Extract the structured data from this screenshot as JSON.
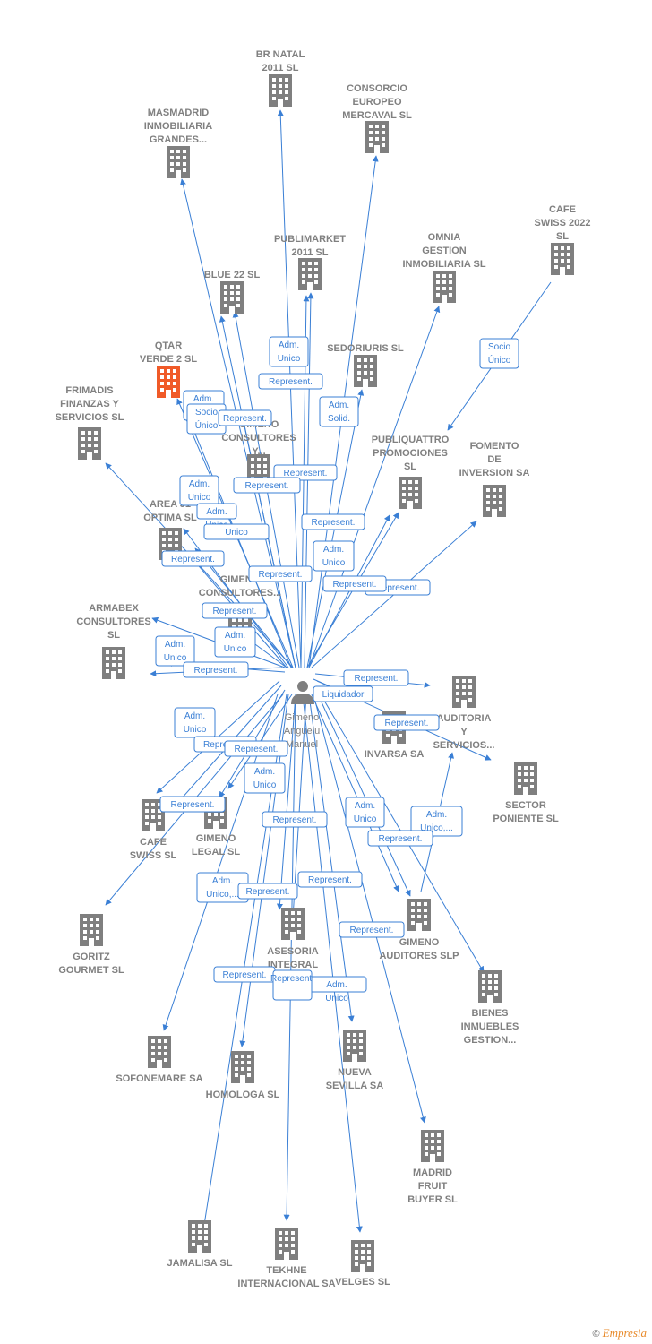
{
  "colors": {
    "edge": "#3a7fd5",
    "building": "#7f7f7f",
    "highlight": "#f05a28",
    "text": "#808080"
  },
  "person": {
    "name_lines": [
      "Gimeno",
      "Anguelu",
      "Manuel"
    ],
    "icon": "person-icon"
  },
  "companies": [
    {
      "id": "brnatal",
      "lines": [
        "BR NATAL",
        "2011 SL"
      ]
    },
    {
      "id": "consorcio",
      "lines": [
        "CONSORCIO",
        "EUROPEO",
        "MERCAVAL  SL"
      ]
    },
    {
      "id": "masmadrid",
      "lines": [
        "MASMADRID",
        "INMOBILIARIA",
        "GRANDES..."
      ]
    },
    {
      "id": "cafeswiss2022",
      "lines": [
        "CAFE",
        "SWISS 2022",
        "SL"
      ]
    },
    {
      "id": "publimarket",
      "lines": [
        "PUBLIMARKET",
        "2011  SL"
      ]
    },
    {
      "id": "omnia",
      "lines": [
        "OMNIA",
        "GESTION",
        "INMOBILIARIA SL"
      ]
    },
    {
      "id": "blue22",
      "lines": [
        "BLUE 22  SL"
      ]
    },
    {
      "id": "qtar",
      "lines": [
        "QTAR",
        "VERDE 2  SL"
      ],
      "highlight": true
    },
    {
      "id": "sedoriuris",
      "lines": [
        "SEDORIURIS SL"
      ]
    },
    {
      "id": "frimadis",
      "lines": [
        "FRIMADIS",
        "FINANZAS Y",
        "SERVICIOS SL"
      ]
    },
    {
      "id": "gimenoconsy",
      "lines": [
        "GIMENO",
        "CONSULTORES",
        "Y..."
      ]
    },
    {
      "id": "publiquattro",
      "lines": [
        "PUBLIQUATTRO",
        "PROMOCIONES",
        "SL"
      ]
    },
    {
      "id": "fomento",
      "lines": [
        "FOMENTO",
        "DE",
        "INVERSION SA"
      ]
    },
    {
      "id": "area51",
      "lines": [
        "AREA 51",
        "OPTIMA  SL"
      ]
    },
    {
      "id": "gimenocons",
      "lines": [
        "GIMENO",
        "CONSULTORES..."
      ]
    },
    {
      "id": "armabex",
      "lines": [
        "ARMABEX",
        "CONSULTORES",
        "SL"
      ]
    },
    {
      "id": "auditoria",
      "lines": [
        "AUDITORIA",
        "Y",
        "SERVICIOS..."
      ]
    },
    {
      "id": "invarsa",
      "lines": [
        "INVARSA SA"
      ]
    },
    {
      "id": "sector",
      "lines": [
        "SECTOR",
        "PONIENTE SL"
      ]
    },
    {
      "id": "cafeswiss",
      "lines": [
        "CAFE",
        "SWISS  SL"
      ]
    },
    {
      "id": "gimenolegal",
      "lines": [
        "GIMENO",
        "LEGAL  SL"
      ]
    },
    {
      "id": "goritz",
      "lines": [
        "GORITZ",
        "GOURMET  SL"
      ]
    },
    {
      "id": "asesoria",
      "lines": [
        "ASESORIA",
        "INTEGRAL",
        "..."
      ]
    },
    {
      "id": "gimenoaud",
      "lines": [
        "GIMENO",
        "AUDITORES SLP"
      ]
    },
    {
      "id": "bienes",
      "lines": [
        "BIENES",
        "INMUEBLES",
        "GESTION..."
      ]
    },
    {
      "id": "sofonemare",
      "lines": [
        "SOFONEMARE SA"
      ]
    },
    {
      "id": "homologa",
      "lines": [
        "HOMOLOGA SL"
      ]
    },
    {
      "id": "nuevasevilla",
      "lines": [
        "NUEVA",
        "SEVILLA SA"
      ]
    },
    {
      "id": "madridfruit",
      "lines": [
        "MADRID",
        "FRUIT",
        "BUYER SL"
      ]
    },
    {
      "id": "jamalisa",
      "lines": [
        "JAMALISA SL"
      ]
    },
    {
      "id": "tekhne",
      "lines": [
        "TEKHNE",
        "INTERNACIONAL SA"
      ]
    },
    {
      "id": "velges",
      "lines": [
        "VELGES SL"
      ]
    }
  ],
  "relations": [
    {
      "lines": [
        "Adm.",
        "Unico"
      ]
    },
    {
      "lines": [
        "Represent."
      ]
    },
    {
      "lines": [
        "Adm.",
        "Solid."
      ]
    },
    {
      "lines": [
        "Socio",
        "Único"
      ]
    },
    {
      "lines": [
        "Adm.",
        ""
      ]
    },
    {
      "lines": [
        "Socio",
        "Único"
      ]
    },
    {
      "lines": [
        "Represent."
      ]
    },
    {
      "lines": [
        "Represent."
      ]
    },
    {
      "lines": [
        "Adm.",
        "Unico"
      ]
    },
    {
      "lines": [
        "Represent."
      ]
    },
    {
      "lines": [
        "Adm.",
        "Unico"
      ]
    },
    {
      "lines": [
        "Unico"
      ]
    },
    {
      "lines": [
        "Represent."
      ]
    },
    {
      "lines": [
        "Represent."
      ]
    },
    {
      "lines": [
        "Adm.",
        "Unico"
      ]
    },
    {
      "lines": [
        "Represent."
      ]
    },
    {
      "lines": [
        "Represent."
      ]
    },
    {
      "lines": [
        "Represent."
      ]
    },
    {
      "lines": [
        "Represent."
      ]
    },
    {
      "lines": [
        "Adm.",
        "Unico"
      ]
    },
    {
      "lines": [
        "Adm.",
        "Unico"
      ]
    },
    {
      "lines": [
        "Represent."
      ]
    },
    {
      "lines": [
        "Represent."
      ]
    },
    {
      "lines": [
        "Liquidador"
      ]
    },
    {
      "lines": [
        "Represent."
      ]
    },
    {
      "lines": [
        "Adm.",
        "Unico"
      ]
    },
    {
      "lines": [
        "Represent."
      ]
    },
    {
      "lines": [
        "Represent."
      ]
    },
    {
      "lines": [
        "Adm.",
        "Unico"
      ]
    },
    {
      "lines": [
        "Represent."
      ]
    },
    {
      "lines": [
        "Represent."
      ]
    },
    {
      "lines": [
        "Adm.",
        "Unico"
      ]
    },
    {
      "lines": [
        "Adm.",
        "Unico,..."
      ]
    },
    {
      "lines": [
        "Represent."
      ]
    },
    {
      "lines": [
        "Adm.",
        "Unico,..."
      ]
    },
    {
      "lines": [
        "Represent."
      ]
    },
    {
      "lines": [
        "Represent."
      ]
    },
    {
      "lines": [
        "Represent."
      ]
    },
    {
      "lines": [
        "Represent."
      ]
    },
    {
      "lines": [
        "Adm.",
        "Unico"
      ]
    },
    {
      "lines": [
        "Represent."
      ]
    }
  ],
  "footer": {
    "copyright": "©",
    "brand": "Empresia"
  }
}
